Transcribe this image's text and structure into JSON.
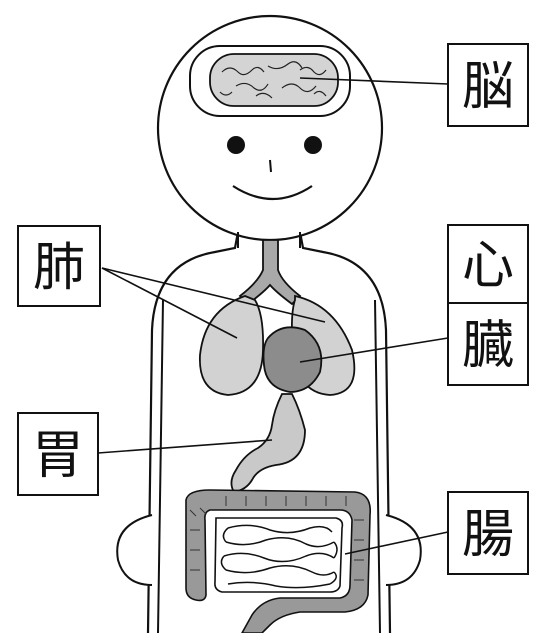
{
  "labels": {
    "brain": "脳",
    "lungs": "肺",
    "heart_1": "心",
    "heart_2": "臓",
    "stomach": "胃",
    "intestines": "腸"
  },
  "colors": {
    "outline": "#111111",
    "brain_fill": "#d4d4d4",
    "lung_fill": "#d2d2d2",
    "heart_fill": "#8c8c8c",
    "organ_fill": "#c9c9c9",
    "intestine_fill": "#999999",
    "small_intestine_fill": "#ffffff",
    "background": "#ffffff"
  }
}
